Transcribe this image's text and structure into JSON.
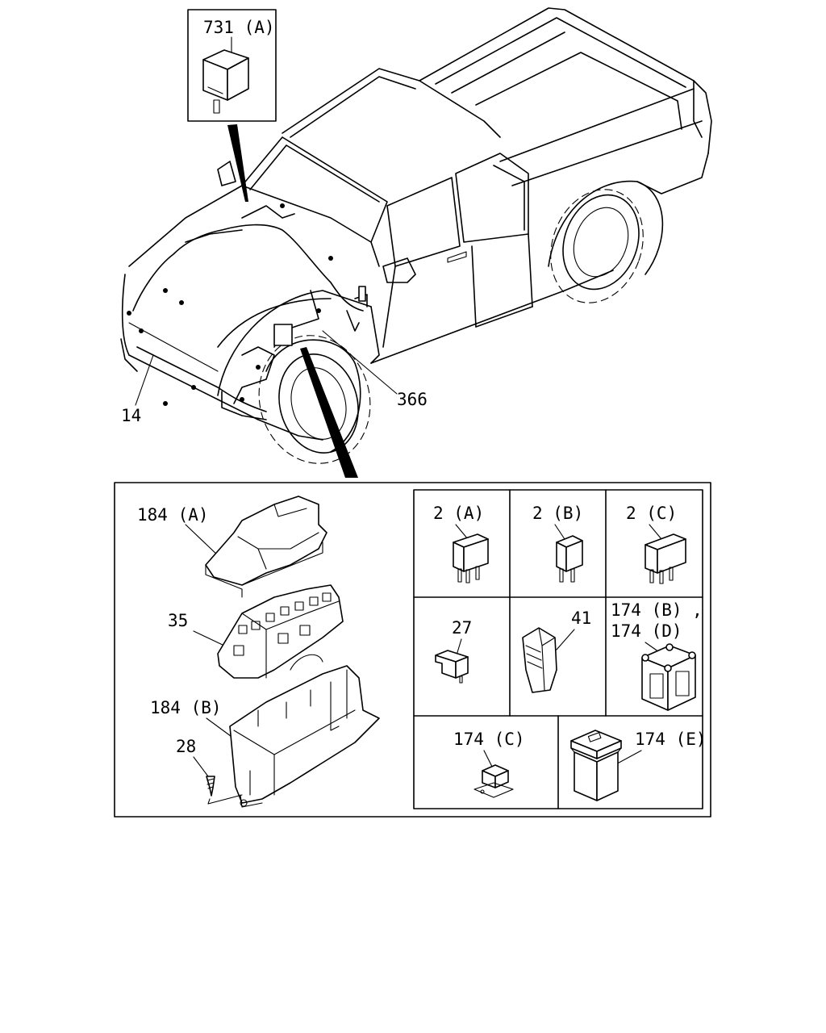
{
  "callouts": {
    "relay": "731 (A)",
    "harness": "14",
    "fusebox_bracket": "366",
    "fusebox_cover": "184 (A)",
    "fusebox_block": "35",
    "fusebox_lower": "184 (B)",
    "screw": "28",
    "fuse_a": "2 (A)",
    "fuse_b": "2 (B)",
    "fuse_c": "2 (C)",
    "part_27": "27",
    "part_41": "41",
    "fuse_bd_1": "174 (B) ,",
    "fuse_bd_2": "174 (D)",
    "fuse_c_small": "174 (C)",
    "fuse_e": "174 (E)"
  }
}
